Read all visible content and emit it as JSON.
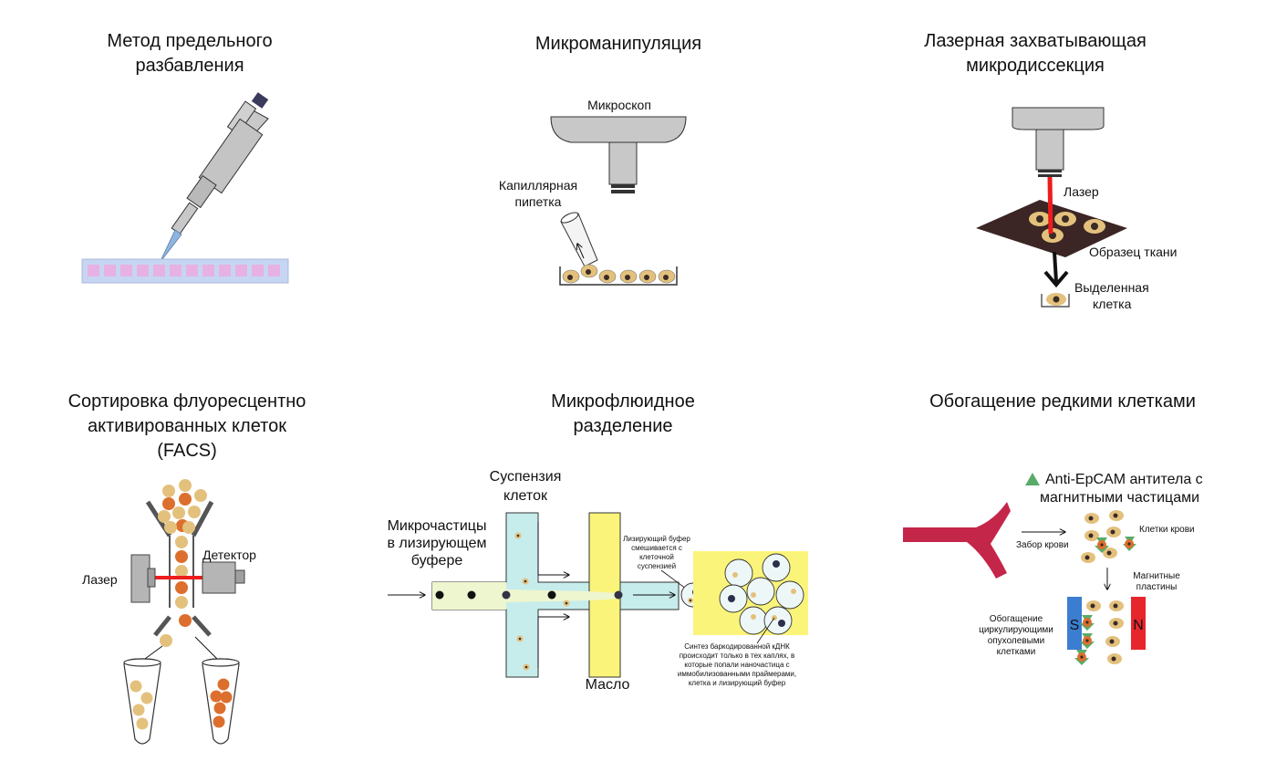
{
  "panels": {
    "limiting_dilution": {
      "title": "Метод предельного\nразбавления"
    },
    "micromanipulation": {
      "title": "Микроманипуляция",
      "microscope_label": "Микроскоп",
      "pipette_label_1": "Капиллярная",
      "pipette_label_2": "пипетка"
    },
    "laser_capture": {
      "title": "Лазерная захватывающая\nмикродиссекция",
      "laser_label": "Лазер",
      "tissue_label": "Образец ткани",
      "isolated_label_1": "Выделенная",
      "isolated_label_2": "клетка"
    },
    "facs": {
      "title": "Сортировка флуоресцентно\nактивированных клеток\n(FACS)",
      "laser_label": "Лазер",
      "detector_label": "Детектор"
    },
    "microfluidic": {
      "title": "Микрофлюидное\nразделение",
      "suspension_1": "Суспензия",
      "suspension_2": "клеток",
      "microparticles_1": "Микрочастицы",
      "microparticles_2": "в лизирующем",
      "microparticles_3": "буфере",
      "oil_label": "Масло",
      "lysis_1": "Лизирующий буфер",
      "lysis_2": "смешивается с",
      "lysis_3": "клеточной",
      "lysis_4": "суспензией",
      "synth_1": "Синтез баркодированной кДНК",
      "synth_2": "происходит только  в тех каплях, в",
      "synth_3": "которые попали наночастица с",
      "synth_4": "иммобилизованными праймерами,",
      "synth_5": "клетка и лизирующий буфер"
    },
    "rare_cells": {
      "title": "Обогащение редкими клетками",
      "antibody_1": "Anti-EpCAM антитела с",
      "antibody_2": "магнитными частицами",
      "blood_cells": "Клетки крови",
      "blood_draw": "Забор крови",
      "magnet_1": "Магнитные",
      "magnet_2": "пластины",
      "enrich_1": "Обогащение",
      "enrich_2": "циркулирующими",
      "enrich_3": "опухолевыми",
      "enrich_4": "клетками",
      "pole_s": "S",
      "pole_n": "N"
    }
  },
  "colors": {
    "cell_tan": "#e3c17d",
    "cell_orange": "#dd6f2e",
    "nucleus": "#3a2b26",
    "laser_red": "#ee1c1c",
    "tissue": "#3b2625",
    "channel_blue": "#c7ecec",
    "oil_yellow": "#fbf47a",
    "magnet_blue": "#3b7dd0",
    "magnet_red": "#e7252c",
    "vessel": "#c4264a",
    "antibody_green": "#5aab6a"
  }
}
